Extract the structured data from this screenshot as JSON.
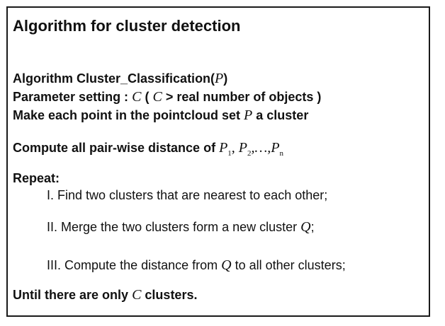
{
  "title": "Algorithm for cluster detection",
  "lines": {
    "algo_label": "Algorithm Cluster_Classification(",
    "algo_var": "P",
    "algo_close": ")",
    "param_label": "Parameter setting :",
    "param_var1": "C",
    "param_open": "(",
    "param_var2": "C",
    "param_rest": "> real number of objects )",
    "make_label": "Make each point in the pointcloud set",
    "make_var": "P",
    "make_rest": "a cluster",
    "compute_label": "Compute all pair-wise distance of",
    "compute_p": "P",
    "compute_sub1": "1",
    "compute_sep1": ", ",
    "compute_p2": "P",
    "compute_sub2": "2",
    "compute_sep2": ",…,",
    "compute_pn": "P",
    "compute_subn": "n",
    "repeat_label": "Repeat:",
    "until_label": "Until there are only",
    "until_var": "C",
    "until_rest": "clusters."
  },
  "steps": [
    {
      "num": "I.",
      "text": "Find two clusters that are nearest to each other;"
    },
    {
      "num": "II.",
      "text": "Merge the two clusters form a new cluster",
      "var": "Q",
      "end": ";"
    },
    {
      "num": "III.",
      "text": "Compute the distance from",
      "var": "Q",
      "end": "to all other clusters;"
    }
  ]
}
